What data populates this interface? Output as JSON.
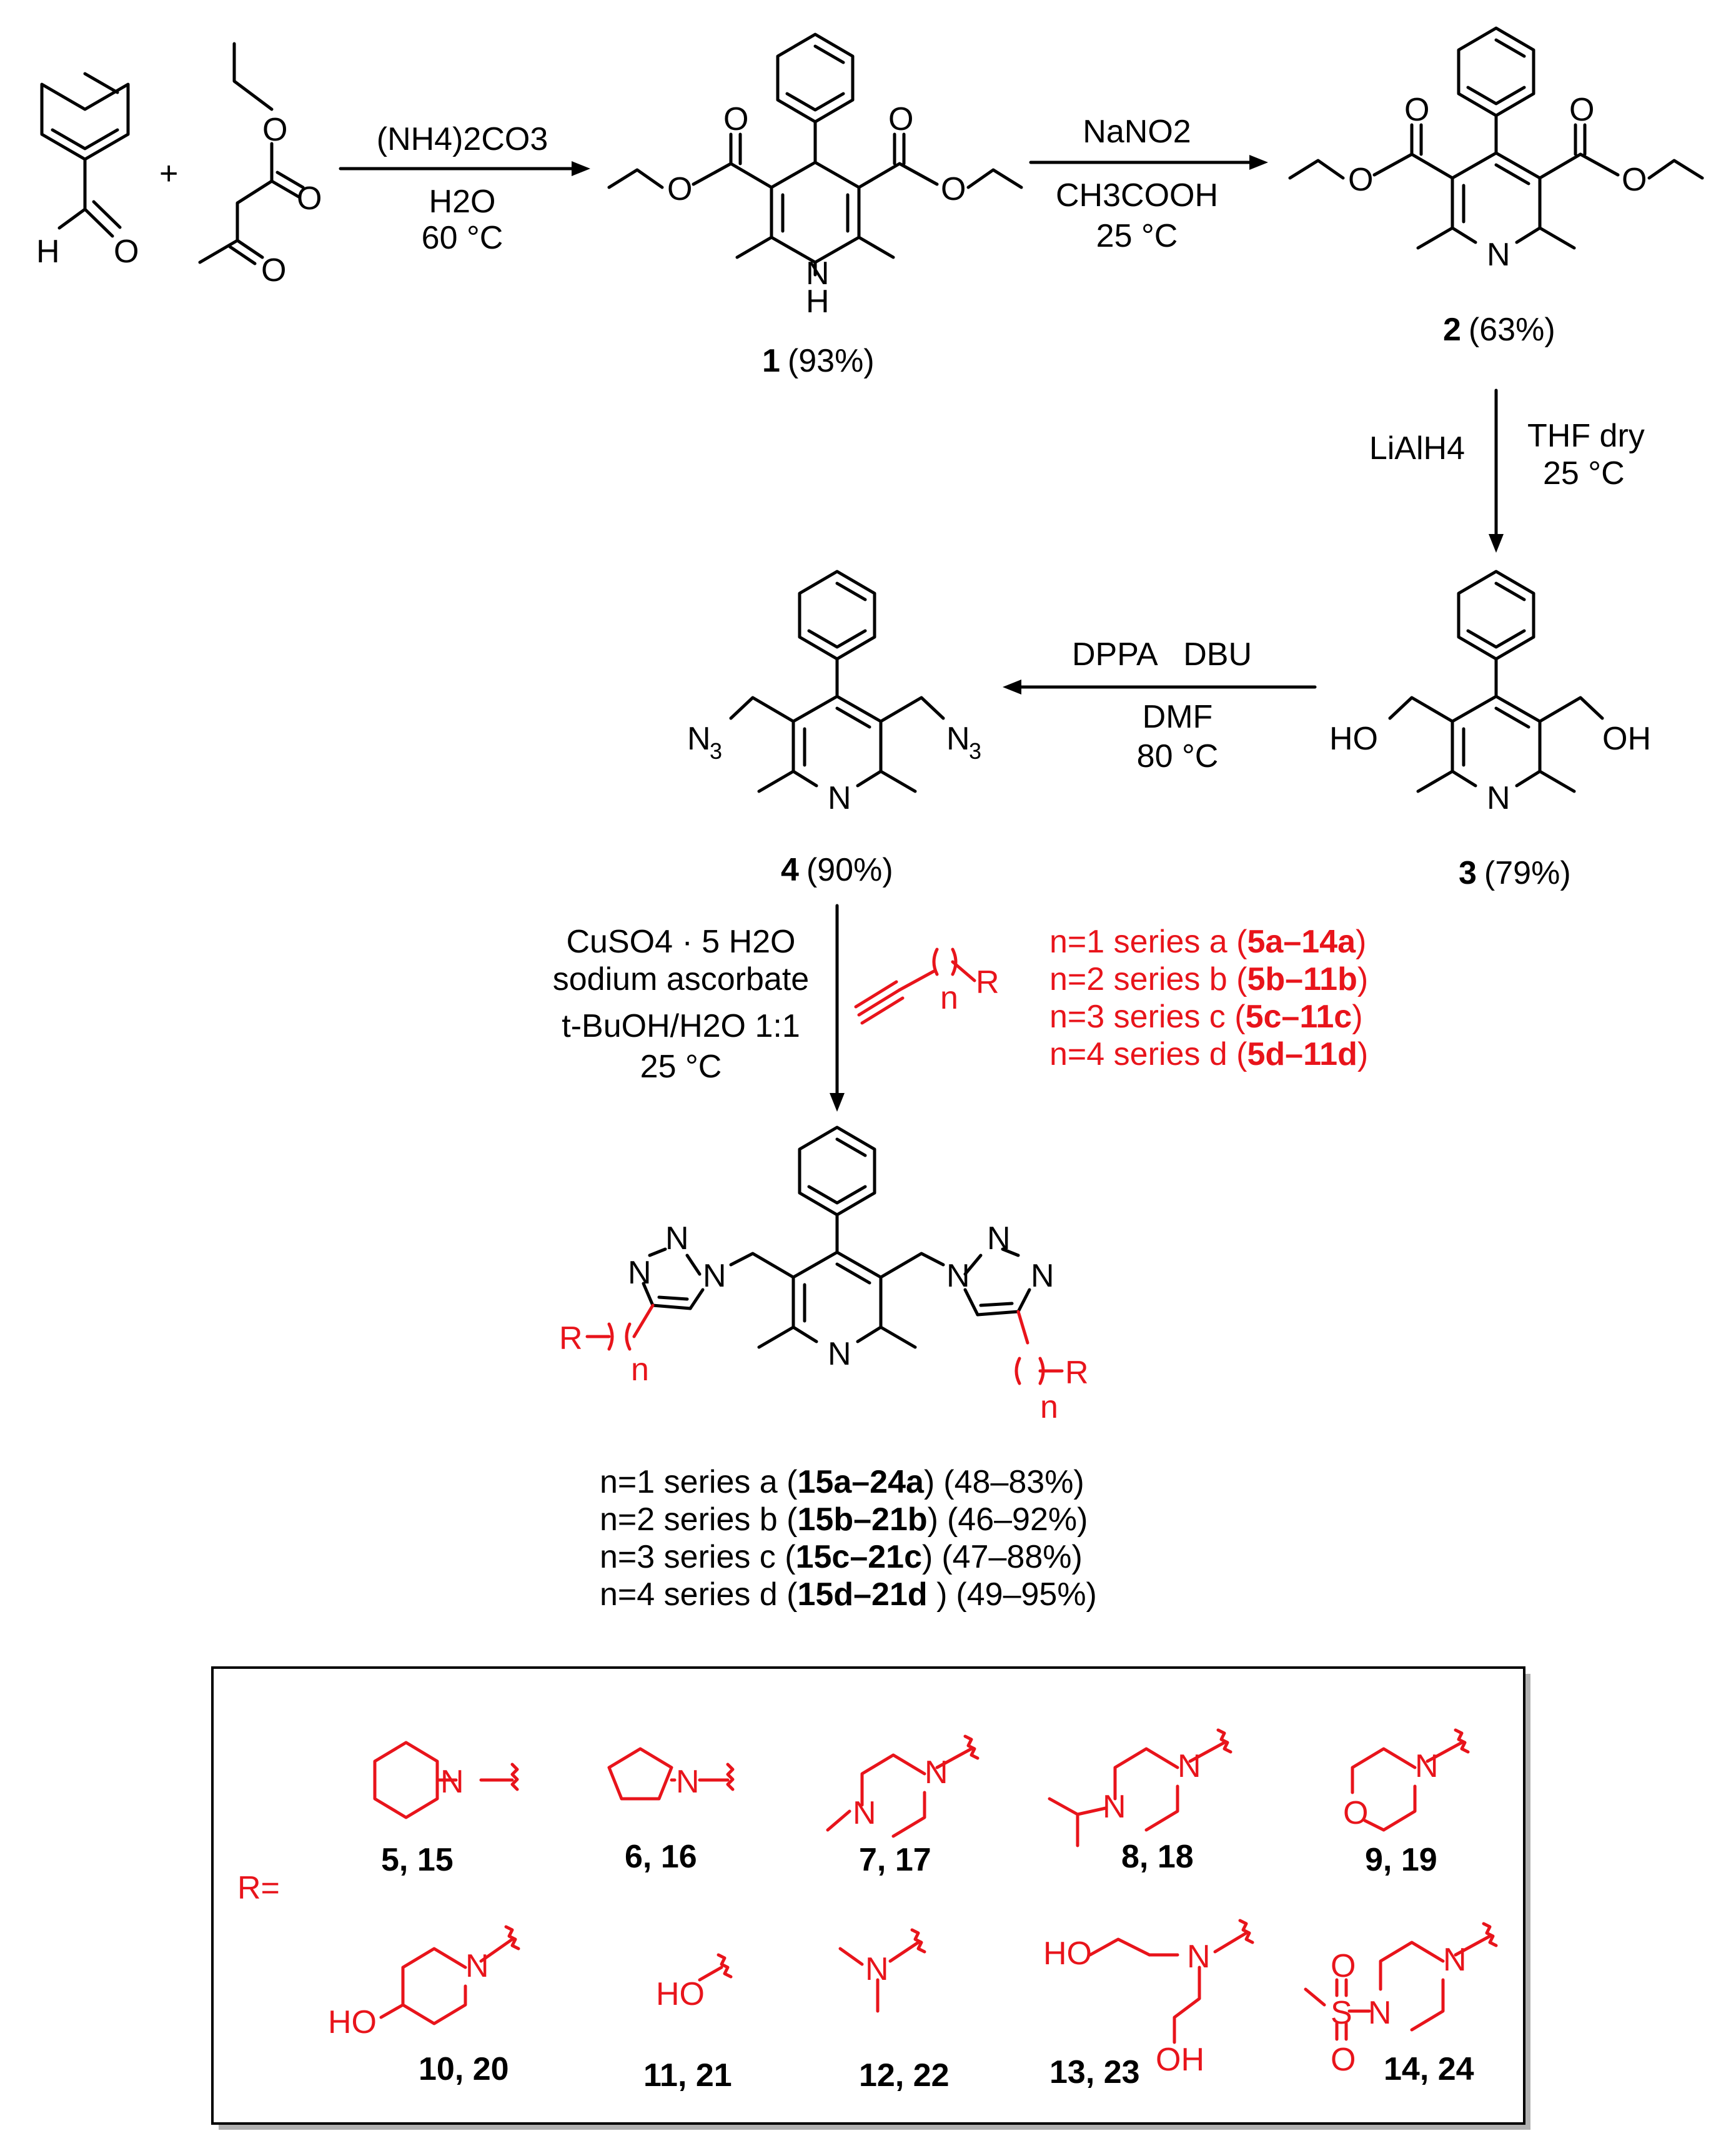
{
  "reagents": {
    "step1": {
      "top": "(NH4)2CO3",
      "mid": "H2O",
      "bot": "60 °C"
    },
    "step2": {
      "top": "NaNO2",
      "mid": "CH3COOH",
      "bot": "25 °C"
    },
    "step3": {
      "left": "LiAlH4",
      "right1": "THF dry",
      "right2": "25 °C"
    },
    "step4": {
      "top": "DPPA   DBU",
      "mid": "DMF",
      "bot": "80 °C"
    },
    "step5": {
      "l1": "CuSO4 · 5 H2O",
      "l2": "sodium ascorbate",
      "l3": "t-BuOH/H2O 1:1",
      "l4": "25 °C"
    }
  },
  "compounds": {
    "c1": {
      "num": "1",
      "yield": "(93%)"
    },
    "c2": {
      "num": "2",
      "yield": "(63%)"
    },
    "c3": {
      "num": "3",
      "yield": "(79%)"
    },
    "c4": {
      "num": "4",
      "yield": "(90%)"
    }
  },
  "alkyne_series": [
    {
      "text": "n=1 series a (",
      "range": "5a–14a",
      "close": ")"
    },
    {
      "text": "n=2 series b (",
      "range": "5b–11b",
      "close": ")"
    },
    {
      "text": "n=3 series c (",
      "range": "5c–11c",
      "close": ")"
    },
    {
      "text": "n=4 series d (",
      "range": "5d–11d",
      "close": ")"
    }
  ],
  "product_series": [
    {
      "text": "n=1 series a (",
      "range": "15a–24a",
      "close": ")",
      "yield": "(48–83%)"
    },
    {
      "text": "n=2 series b (",
      "range": "15b–21b",
      "close": ")",
      "yield": "(46–92%)"
    },
    {
      "text": "n=3 series c (",
      "range": "15c–21c",
      "close": ")",
      "yield": "(47–88%)"
    },
    {
      "text": "n=4 series d (",
      "range": "15d–21d",
      "close": " )",
      "yield": "(49–95%)"
    }
  ],
  "r_box": {
    "label": "R=",
    "groups": [
      {
        "label": "5, 15"
      },
      {
        "label": "6, 16"
      },
      {
        "label": "7, 17"
      },
      {
        "label": "8, 18"
      },
      {
        "label": "9, 19"
      },
      {
        "label": "10, 20"
      },
      {
        "label": "11, 21"
      },
      {
        "label": "12, 22"
      },
      {
        "label": "13, 23"
      },
      {
        "label": "14, 24"
      }
    ]
  },
  "atoms": {
    "O": "O",
    "N": "N",
    "H": "H",
    "NH": "H",
    "N3": "N",
    "OH": "OH",
    "HO": "HO",
    "R": "R",
    "n": "n",
    "S": "S",
    "plus": "+"
  },
  "colors": {
    "red": "#e8141b",
    "black": "#000000",
    "box_shadow": "#b0b0b0"
  }
}
